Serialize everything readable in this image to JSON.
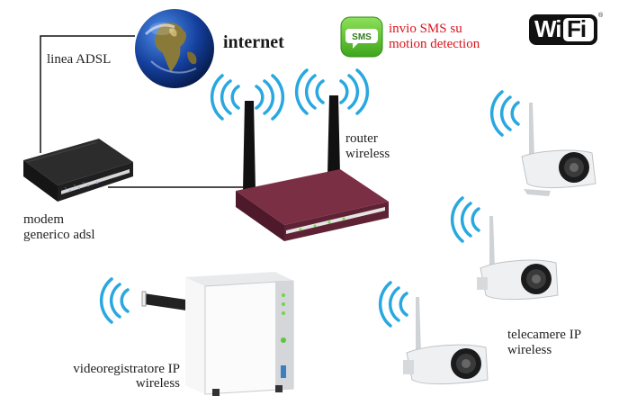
{
  "labels": {
    "internet": "internet",
    "adsl_line": "linea ADSL",
    "router": [
      "router",
      "wireless"
    ],
    "modem": [
      "modem",
      "generico adsl"
    ],
    "nvr": [
      "videoregistratore IP",
      "wireless"
    ],
    "cameras": [
      "telecamere IP",
      "wireless"
    ],
    "sms": [
      "invio SMS su",
      "motion detection"
    ]
  },
  "badges": {
    "sms_icon_text": "SMS",
    "wifi_logo": [
      "Wi",
      "Fi"
    ]
  },
  "colors": {
    "wave": "#29a8e0",
    "router_body": "#7a2f45",
    "sms_red": "#d8141d",
    "sms_green": "#5fbf2e"
  }
}
